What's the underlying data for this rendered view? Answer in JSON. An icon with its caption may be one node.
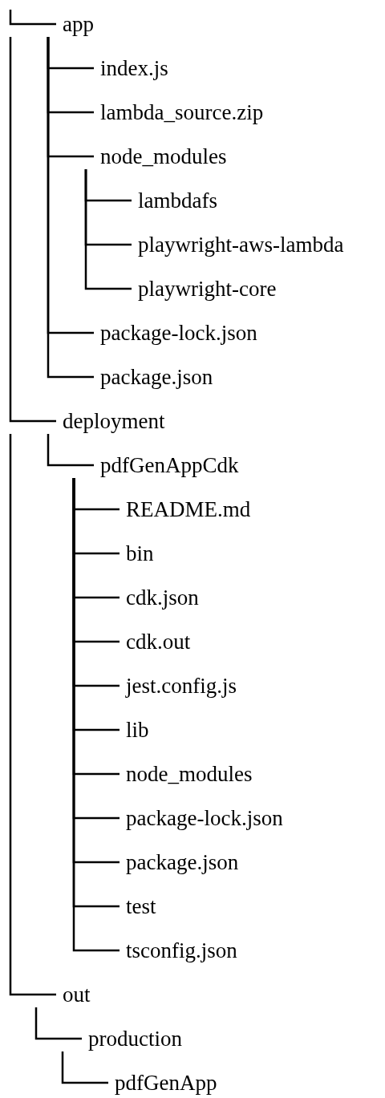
{
  "diagram": {
    "nodes": [
      {
        "text": [
          "app"
        ]
      },
      {
        "text": [
          "index.js"
        ]
      },
      {
        "text": [
          "lambda_source.zip"
        ]
      },
      {
        "text": [
          "node_modules"
        ]
      },
      {
        "text": [
          "lambdafs"
        ]
      },
      {
        "text": [
          "playwright-aws-lambda"
        ]
      },
      {
        "text": [
          "playwright-core"
        ]
      },
      {
        "text": [
          "package-lock.json"
        ]
      },
      {
        "text": [
          "package.json"
        ]
      },
      {
        "text": [
          "deployment"
        ]
      },
      {
        "text": [
          "pdfGenAppCdk"
        ]
      },
      {
        "text": [
          "README.md"
        ]
      },
      {
        "text": [
          "bin"
        ]
      },
      {
        "text": [
          "cdk.json"
        ]
      },
      {
        "text": [
          "cdk.out"
        ]
      },
      {
        "text": [
          "jest.config.js"
        ]
      },
      {
        "text": [
          "lib"
        ]
      },
      {
        "text": [
          "node_modules"
        ]
      },
      {
        "text": [
          "package-lock.json"
        ]
      },
      {
        "text": [
          "package.json"
        ]
      },
      {
        "text": [
          "test"
        ]
      },
      {
        "text": [
          "tsconfig.json"
        ]
      },
      {
        "text": [
          "out"
        ]
      },
      {
        "text": [
          "production"
        ]
      },
      {
        "text": [
          "pdfGenApp"
        ]
      }
    ],
    "edges": [
      {
        "from": null,
        "to": 0,
        "arrow": "none"
      },
      {
        "from": 0,
        "to": 1,
        "arrow": "none"
      },
      {
        "from": 0,
        "to": 2,
        "arrow": "none"
      },
      {
        "from": 0,
        "to": 3,
        "arrow": "none"
      },
      {
        "from": 3,
        "to": 4,
        "arrow": "none"
      },
      {
        "from": 3,
        "to": 5,
        "arrow": "none"
      },
      {
        "from": 3,
        "to": 6,
        "arrow": "none"
      },
      {
        "from": 0,
        "to": 7,
        "arrow": "none"
      },
      {
        "from": 0,
        "to": 8,
        "arrow": "none"
      },
      {
        "from": null,
        "to": 9,
        "arrow": "none"
      },
      {
        "from": 9,
        "to": 10,
        "arrow": "none"
      },
      {
        "from": 10,
        "to": 11,
        "arrow": "none"
      },
      {
        "from": 10,
        "to": 12,
        "arrow": "none"
      },
      {
        "from": 10,
        "to": 13,
        "arrow": "none"
      },
      {
        "from": 10,
        "to": 14,
        "arrow": "none"
      },
      {
        "from": 10,
        "to": 15,
        "arrow": "none"
      },
      {
        "from": 10,
        "to": 16,
        "arrow": "none"
      },
      {
        "from": 10,
        "to": 17,
        "arrow": "none"
      },
      {
        "from": 10,
        "to": 18,
        "arrow": "none"
      },
      {
        "from": 10,
        "to": 19,
        "arrow": "none"
      },
      {
        "from": 10,
        "to": 20,
        "arrow": "none"
      },
      {
        "from": 10,
        "to": 21,
        "arrow": "none"
      },
      {
        "from": null,
        "to": 22,
        "arrow": "none"
      },
      {
        "from": 22,
        "to": 23,
        "arrow": "none"
      },
      {
        "from": 23,
        "to": 24,
        "arrow": "none"
      }
    ]
  }
}
